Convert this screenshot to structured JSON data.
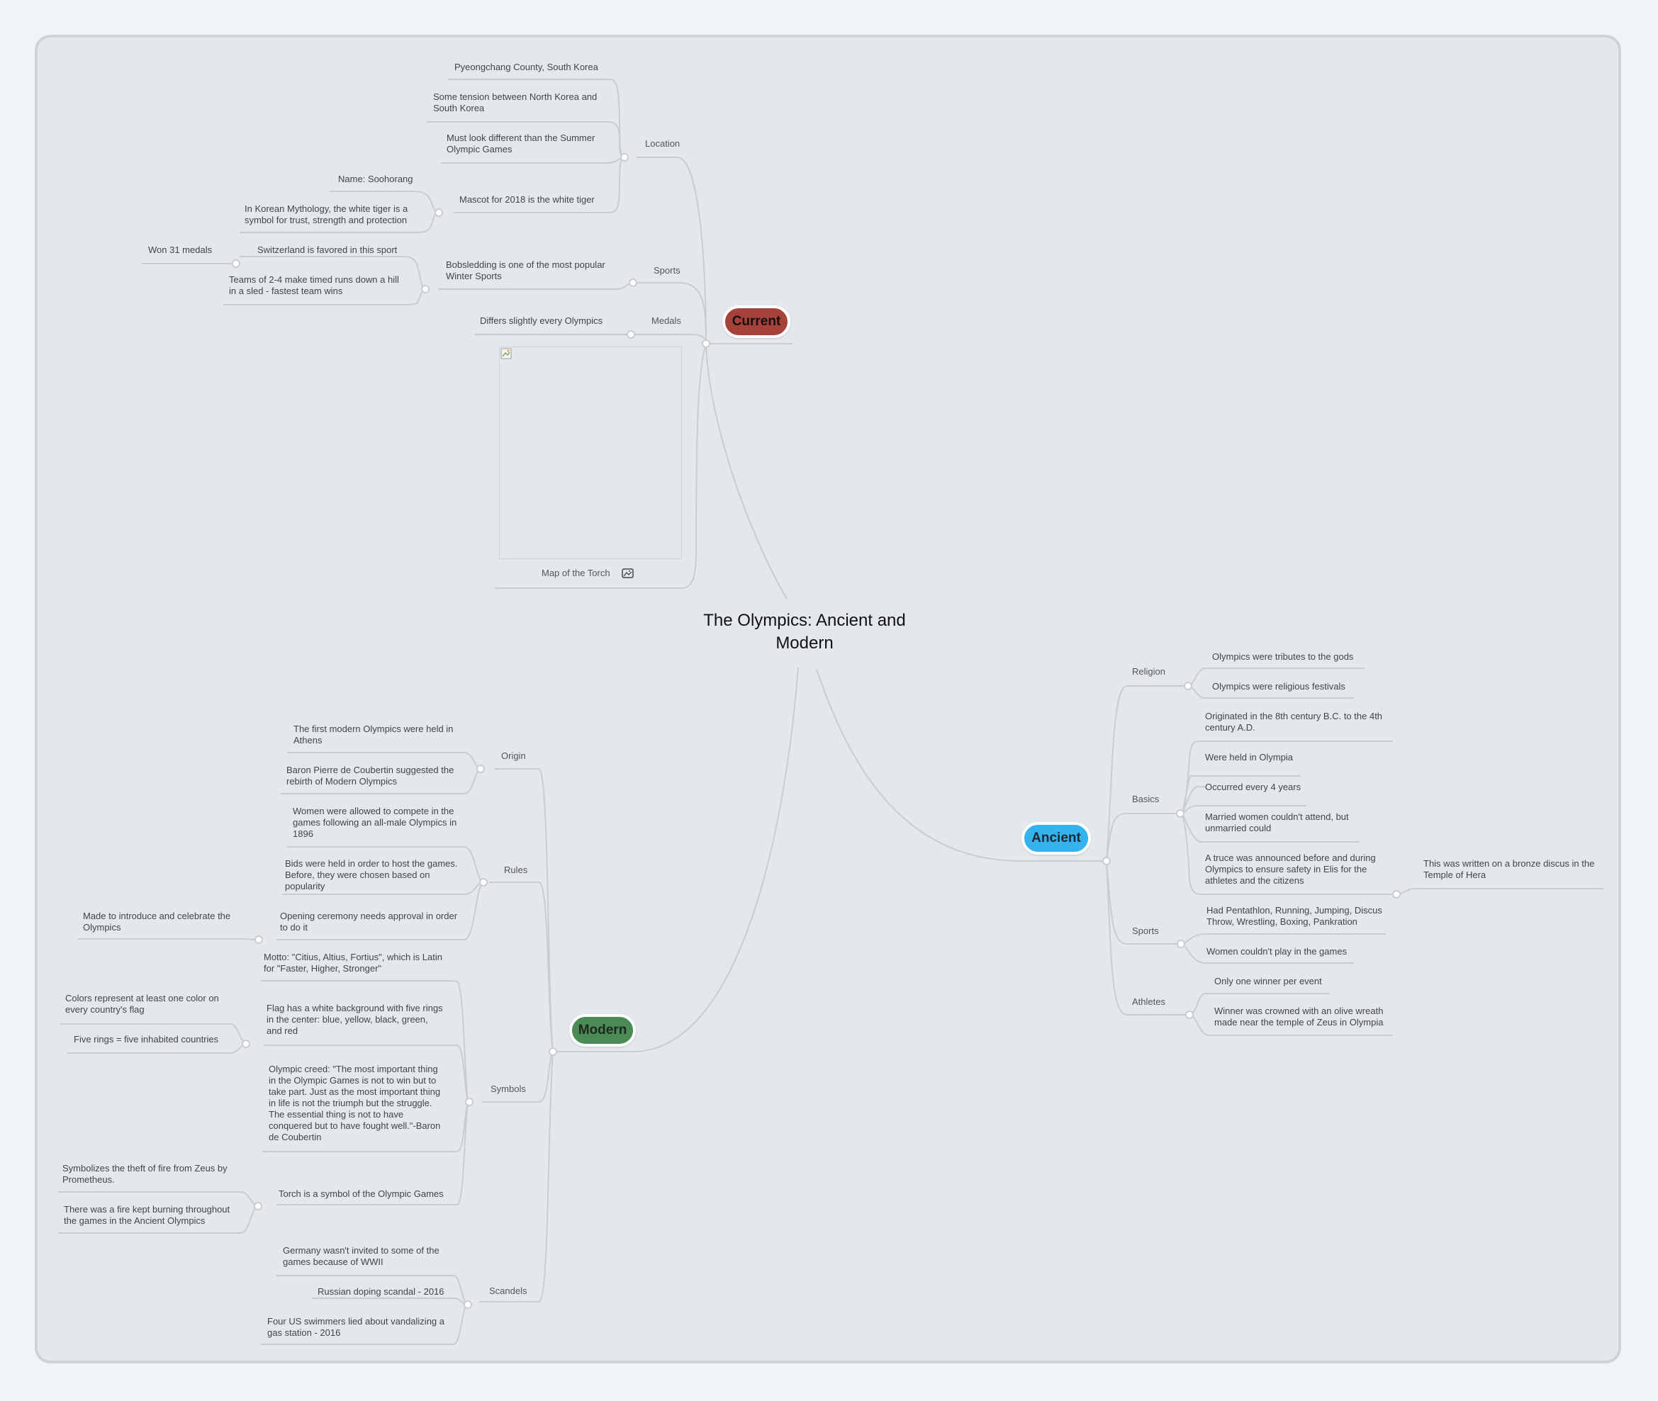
{
  "colors": {
    "current": "#a6423a",
    "ancient": "#34b3ee",
    "modern": "#4a8a55",
    "line": "#c9ccd0"
  },
  "root": "The Olympics: Ancient and\nModern",
  "main": {
    "current": "Current",
    "ancient": "Ancient",
    "modern": "Modern"
  },
  "current": {
    "location": {
      "label": "Location",
      "items": [
        "Pyeongchang County, South Korea",
        "Some tension between North Korea and\nSouth Korea",
        "Must look different than the Summer\nOlympic Games"
      ],
      "mascot": {
        "label": "Mascot for 2018 is the white tiger",
        "items": [
          "Name: Soohorang",
          "In Korean Mythology, the white tiger is a\nsymbol for trust, strength and protection"
        ]
      }
    },
    "sports": {
      "label": "Sports",
      "bobsled": {
        "label": "Bobsledding is one of the most popular\nWinter Sports",
        "switzerland": {
          "label": "Switzerland is favored in this sport",
          "medals": "Won 31 medals"
        },
        "teams": "Teams of 2-4 make timed runs down a hill\nin a sled - fastest team wins"
      }
    },
    "medals": {
      "label": "Medals",
      "item": "Differs slightly every Olympics"
    },
    "torch_map": {
      "caption": "Map of the Torch",
      "icon": "image-icon"
    }
  },
  "ancient": {
    "religion": {
      "label": "Religion",
      "items": [
        "Olympics were tributes to the gods",
        "Olympics were religious festivals"
      ]
    },
    "basics": {
      "label": "Basics",
      "items": [
        "Originated in the 8th century B.C. to the 4th\ncentury A.D.",
        "Were held in Olympia",
        "Occurred every 4 years",
        "Married women couldn't attend, but\nunmarried could"
      ],
      "truce": "A truce was announced before and during\nOlympics to ensure safety in Elis for the\nathletes and the citizens",
      "truce_note": "This was written on a bronze discus in the\nTemple of Hera"
    },
    "sports": {
      "label": "Sports",
      "items": [
        "Had Pentathlon, Running, Jumping, Discus\nThrow, Wrestling, Boxing, Pankration",
        "Women couldn't play in the games"
      ]
    },
    "athletes": {
      "label": "Athletes",
      "items": [
        "Only one winner per event",
        "Winner was crowned with an olive wreath\nmade near the temple of Zeus in Olympia"
      ]
    }
  },
  "modern": {
    "origin": {
      "label": "Origin",
      "items": [
        "The first modern Olympics were held in\nAthens",
        "Baron Pierre de Coubertin suggested the\nrebirth of Modern Olympics"
      ]
    },
    "rules": {
      "label": "Rules",
      "items": [
        "Women were allowed to compete in the\ngames following an all-male Olympics in\n1896",
        "Bids were held in order to host the games.\nBefore, they were chosen based on\npopularity"
      ],
      "ceremony": "Opening ceremony needs approval in order\nto do it",
      "ceremony_note": "Made to introduce and celebrate the\nOlympics"
    },
    "symbols": {
      "label": "Symbols",
      "motto": "Motto: \"Citius, Altius, Fortius\", which is Latin\nfor \"Faster, Higher, Stronger\"",
      "flag": "Flag has a white background with five rings\nin the center: blue, yellow, black, green,\nand red",
      "flag_items": [
        "Colors represent at least one color on\nevery country's flag",
        "Five rings = five inhabited countries"
      ],
      "creed": "Olympic creed: \"The most important thing\nin the Olympic Games is not to win but to\ntake part. Just as the most important thing\nin life is not the triumph but the struggle.\nThe essential thing is not to have\nconquered but to have fought well.\"-Baron\nde Coubertin",
      "torch": "Torch is a symbol of the Olympic Games",
      "torch_items": [
        "Symbolizes the theft of fire from Zeus by\nPrometheus.",
        "There was a fire kept burning throughout\nthe games in the Ancient Olympics"
      ]
    },
    "scandels": {
      "label": "Scandels",
      "items": [
        "Germany wasn't invited to some of the\ngames because of WWII",
        "Russian doping scandal - 2016",
        "Four US swimmers lied about vandalizing a\ngas station - 2016"
      ]
    }
  }
}
